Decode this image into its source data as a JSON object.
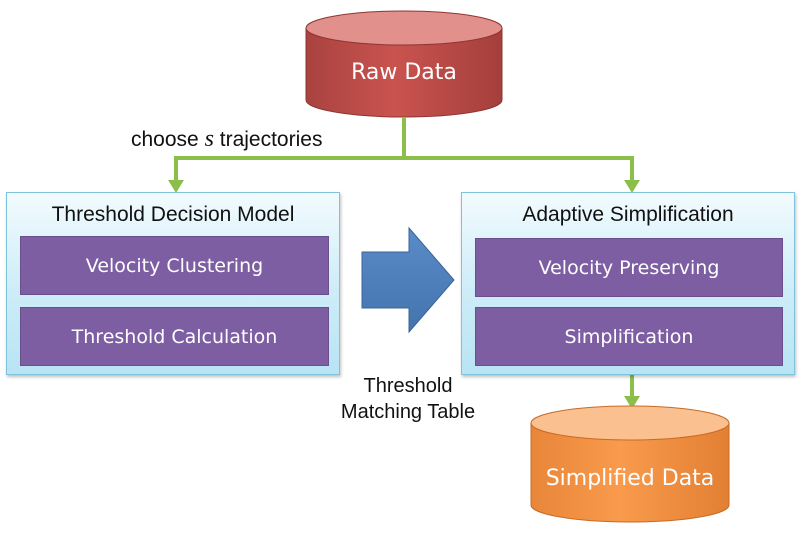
{
  "nodes": {
    "raw_data": "Raw Data",
    "simplified_data": "Simplified Data"
  },
  "edge_label": {
    "prefix": "choose ",
    "variable": "s",
    "suffix": " trajectories"
  },
  "threshold_model": {
    "title": "Threshold Decision Model",
    "steps": [
      "Velocity Clustering",
      "Threshold Calculation"
    ]
  },
  "adaptive_simplification": {
    "title": "Adaptive Simplification",
    "steps": [
      "Velocity Preserving",
      "Simplification"
    ]
  },
  "transfer_label": {
    "line1": "Threshold",
    "line2": "Matching Table"
  },
  "colors": {
    "raw_data": "#c0504d",
    "simplified_data": "#f79646",
    "connector": "#8cbf4a",
    "step_fill": "#7e5ea3",
    "transfer_arrow": "#4f81bd"
  }
}
